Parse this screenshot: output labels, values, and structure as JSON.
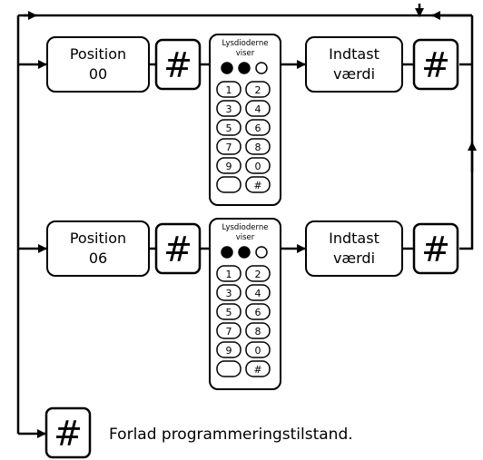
{
  "rows": [
    {
      "position_line1": "Position",
      "position_line2": "00",
      "hash": "#",
      "keypad": {
        "title_line1": "Lysdioderne",
        "title_line2": "viser",
        "leds": [
          "on",
          "on",
          "off"
        ],
        "keys": [
          "1",
          "2",
          "3",
          "4",
          "5",
          "6",
          "7",
          "8",
          "9",
          "0",
          "",
          "#"
        ]
      },
      "enter_line1": "Indtast",
      "enter_line2": "værdi",
      "hash2": "#"
    },
    {
      "position_line1": "Position",
      "position_line2": "06",
      "hash": "#",
      "keypad": {
        "title_line1": "Lysdioderne",
        "title_line2": "viser",
        "leds": [
          "on",
          "on",
          "off"
        ],
        "keys": [
          "1",
          "2",
          "3",
          "4",
          "5",
          "6",
          "7",
          "8",
          "9",
          "0",
          "",
          "#"
        ]
      },
      "enter_line1": "Indtast",
      "enter_line2": "værdi",
      "hash2": "#"
    }
  ],
  "exit": {
    "hash": "#",
    "label": "Forlad programmeringstilstand."
  }
}
